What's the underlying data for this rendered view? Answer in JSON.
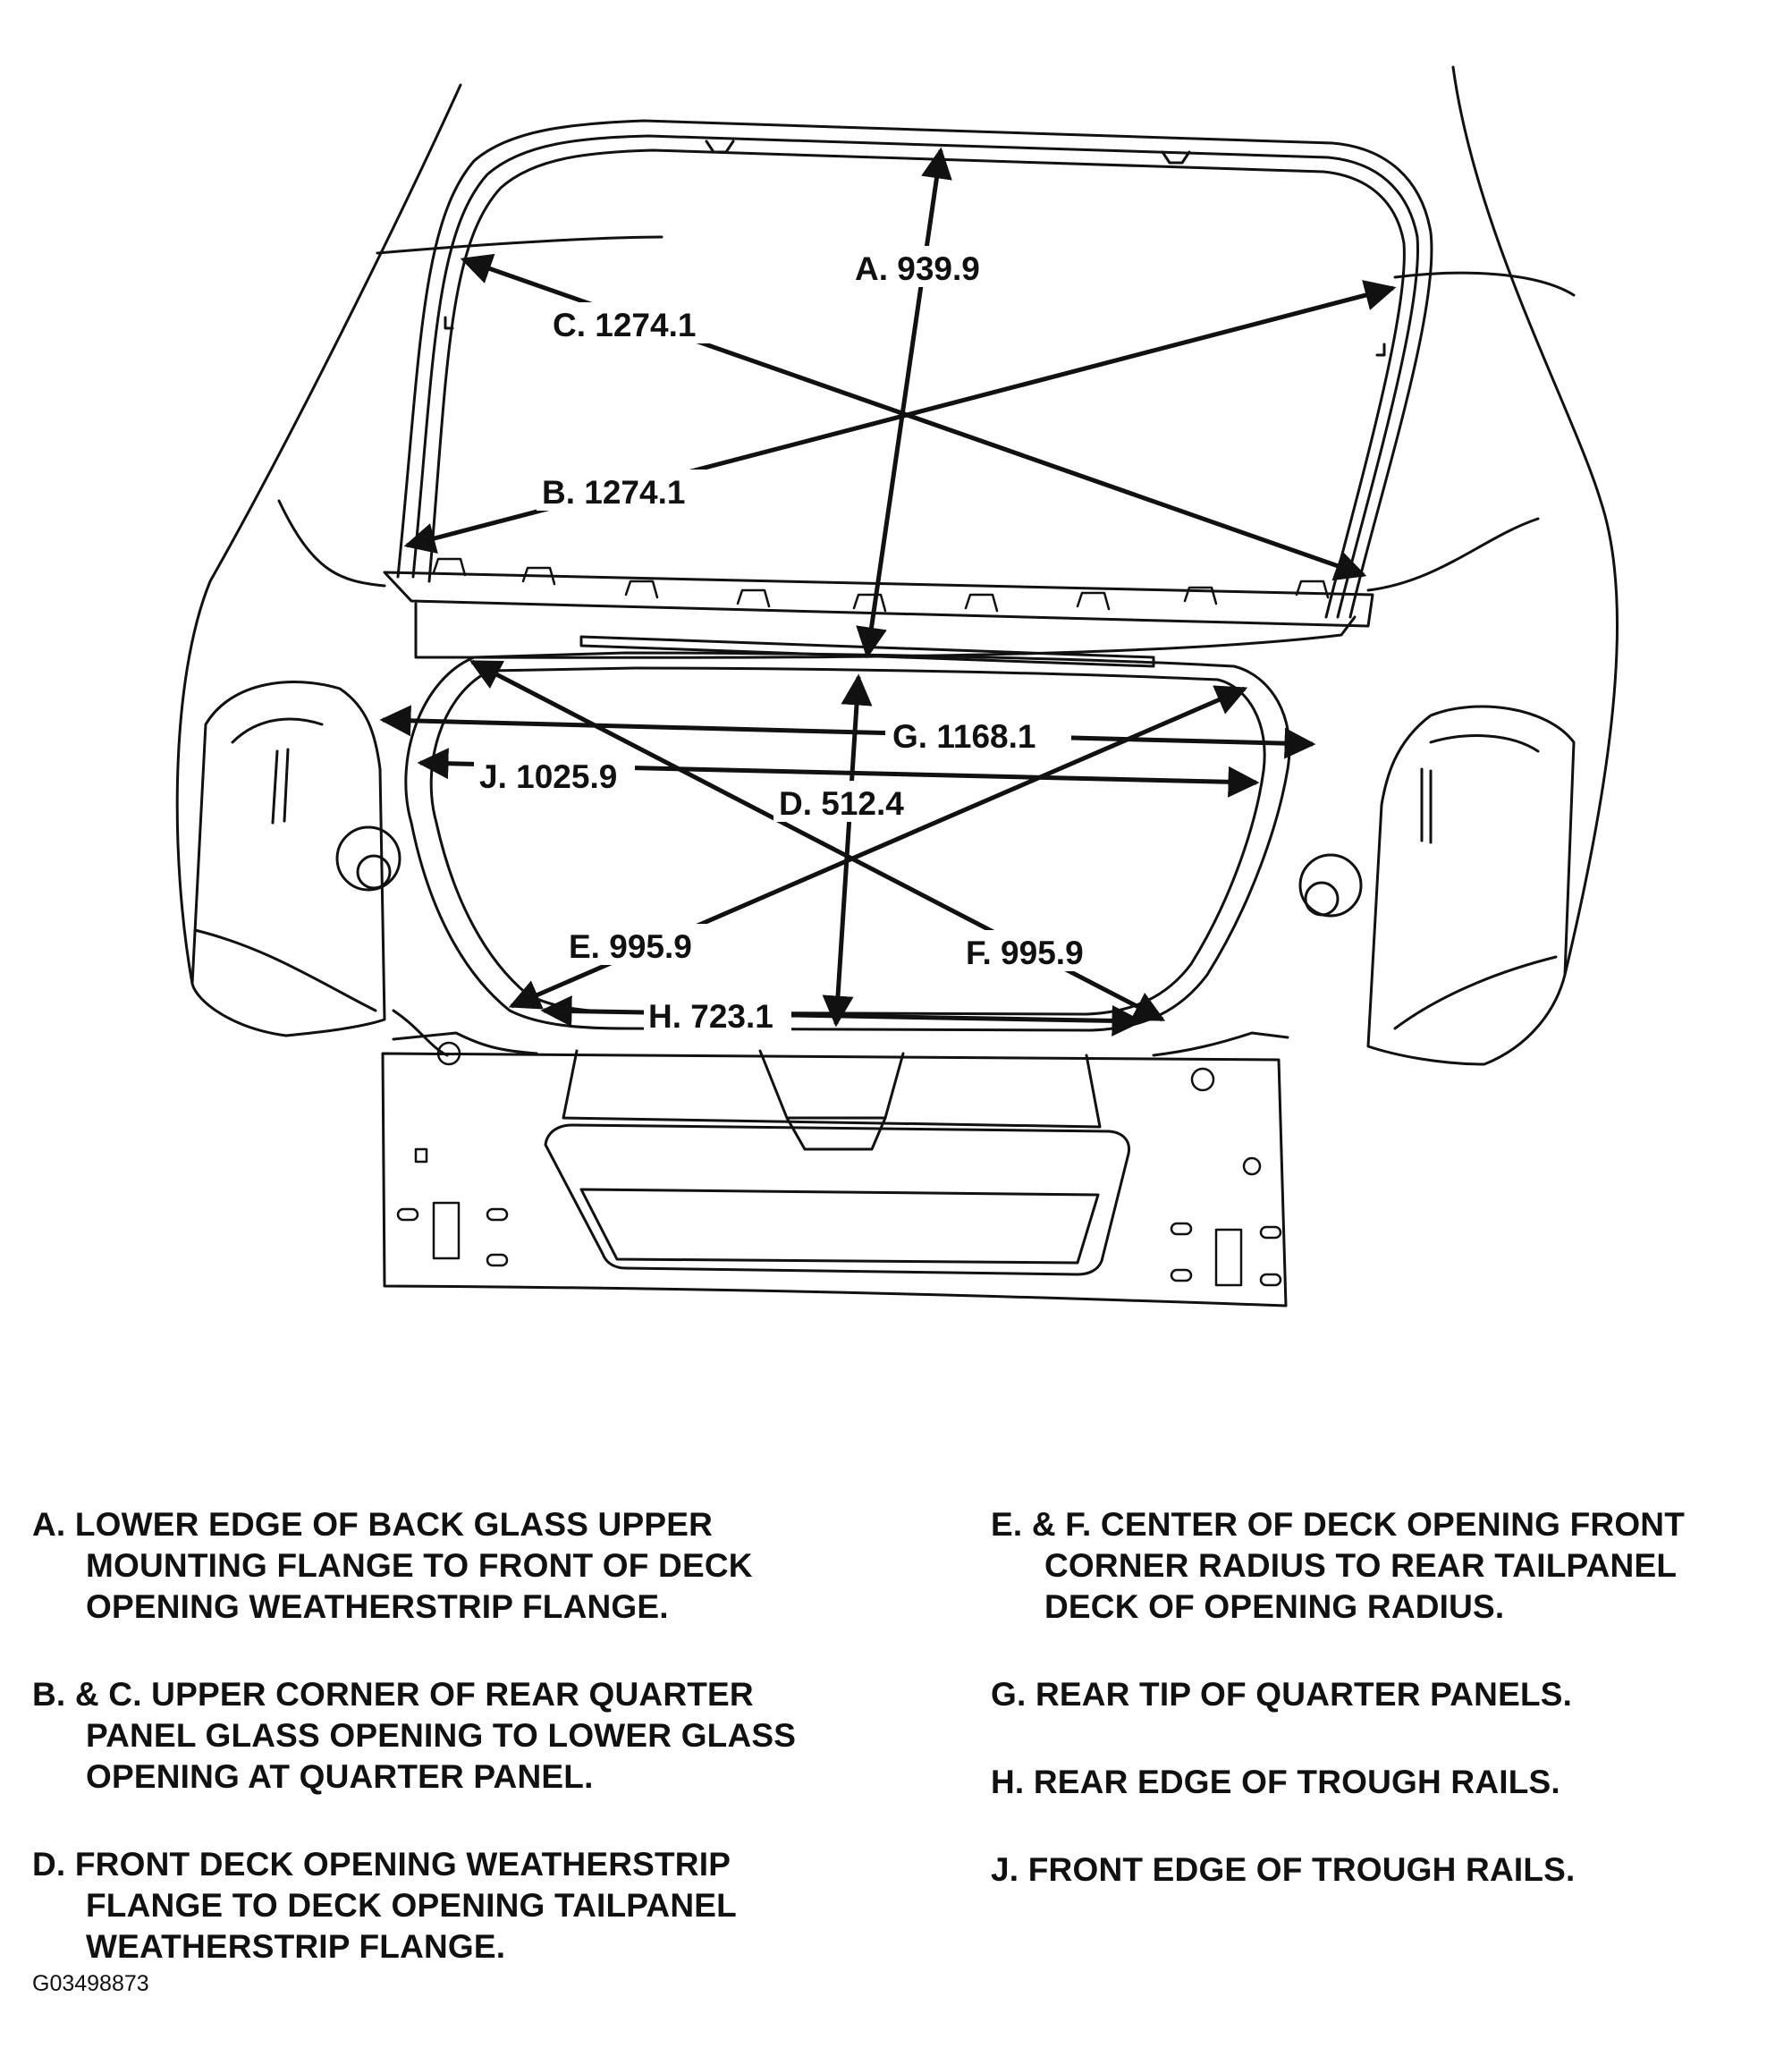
{
  "figure_id": "G03498873",
  "colors": {
    "ink": "#111111",
    "background": "#ffffff"
  },
  "dimensions": {
    "A": "A. 939.9",
    "B": "B. 1274.1",
    "C": "C. 1274.1",
    "D": "D. 512.4",
    "E": "E. 995.9",
    "F": "F. 995.9",
    "G": "G. 1168.1",
    "H": "H. 723.1",
    "J": "J. 1025.9"
  },
  "legend": {
    "left": [
      {
        "lines": [
          "A. LOWER EDGE OF BACK GLASS UPPER",
          "MOUNTING FLANGE TO FRONT OF DECK",
          "OPENING WEATHERSTRIP FLANGE."
        ]
      },
      {
        "lines": [
          "B. & C. UPPER CORNER OF REAR QUARTER",
          "PANEL GLASS OPENING TO LOWER GLASS",
          "OPENING AT QUARTER PANEL."
        ]
      },
      {
        "lines": [
          "D. FRONT DECK OPENING WEATHERSTRIP",
          "FLANGE TO DECK OPENING TAILPANEL",
          "WEATHERSTRIP FLANGE."
        ]
      }
    ],
    "right": [
      {
        "lines": [
          "E. & F. CENTER OF DECK OPENING FRONT",
          "CORNER RADIUS TO REAR TAILPANEL",
          "DECK OF OPENING RADIUS."
        ]
      },
      {
        "lines": [
          "G. REAR TIP OF QUARTER PANELS."
        ]
      },
      {
        "lines": [
          "H. REAR EDGE OF TROUGH RAILS."
        ]
      },
      {
        "lines": [
          "J. FRONT EDGE OF TROUGH RAILS."
        ]
      }
    ]
  }
}
